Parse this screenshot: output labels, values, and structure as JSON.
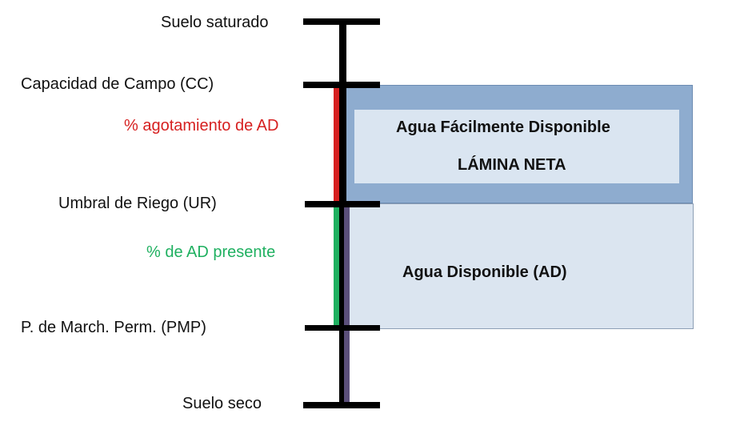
{
  "levels": {
    "saturated": "Suelo saturado",
    "field_capacity": "Capacidad de Campo (CC)",
    "irrigation_threshold": "Umbral de Riego (UR)",
    "wilting_point": "P. de March. Perm. (PMP)",
    "dry_soil": "Suelo seco"
  },
  "ranges": {
    "depletion": "% agotamiento de AD",
    "remaining": "% de AD presente"
  },
  "boxes": {
    "readily_available": "Agua Fácilmente Disponible",
    "net_depth": "LÁMINA NETA",
    "available_water": "Agua Disponible (AD)"
  },
  "colors": {
    "depletion": "#d62020",
    "remaining": "#1fb060",
    "top_box": "#8eaccf",
    "inner_box": "#dae5f1",
    "bottom_box": "#dbe5f0",
    "axis": "#000000",
    "axis_overlay": "#5b4f7a"
  }
}
